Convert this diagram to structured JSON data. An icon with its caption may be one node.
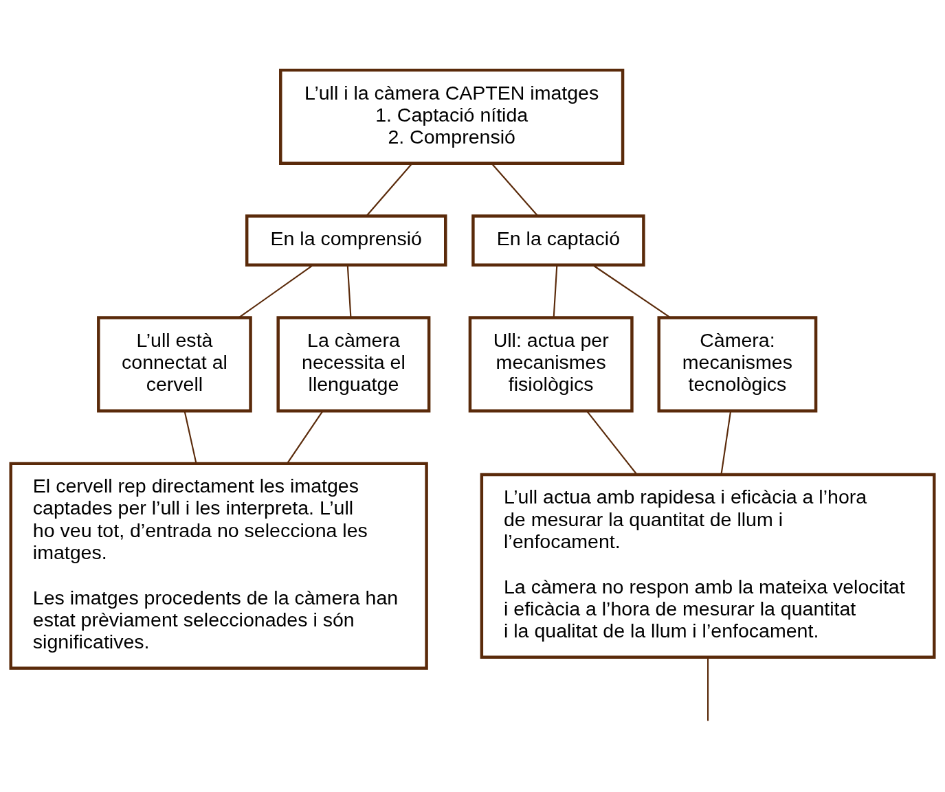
{
  "diagram": {
    "nodes": [
      {
        "text": [
          "L’ull i la càmera CAPTEN imatges",
          "1. Captació nítida",
          "2. Comprensió"
        ]
      },
      {
        "text": [
          "En la comprensió"
        ]
      },
      {
        "text": [
          "En la captació"
        ]
      },
      {
        "text": [
          "L’ull està connectat al cervell"
        ]
      },
      {
        "text": [
          "La càmera necessita el llenguatge"
        ]
      },
      {
        "text": [
          "Ull: actua per mecanismes fisiològics"
        ]
      },
      {
        "text": [
          "Càmera: mecanismes tecnològics"
        ]
      },
      {
        "text": [
          "El cervell rep directament les imatges captades per l’ull i les interpreta. L’ull ho veu tot, d’entrada no selecciona les imatges.",
          "Les imatges procedents de la càmera han estat prèviament seleccionades i són significatives."
        ]
      },
      {
        "text": [
          "L’ull actua amb rapidesa i eficàcia a l’hora de mesurar la quantitat de llum i l’enfocament.",
          "La càmera no respon amb la mateixa velocitat i eficàcia a l’hora de mesurar la quantitat i la qualitat de la llum i l’enfocament."
        ]
      }
    ],
    "edges": [
      {
        "from": 0,
        "to": 1,
        "arrow": "none"
      },
      {
        "from": 0,
        "to": 2,
        "arrow": "none"
      },
      {
        "from": 1,
        "to": 3,
        "arrow": "none"
      },
      {
        "from": 1,
        "to": 4,
        "arrow": "none"
      },
      {
        "from": 2,
        "to": 5,
        "arrow": "none"
      },
      {
        "from": 2,
        "to": 6,
        "arrow": "none"
      },
      {
        "from": 3,
        "to": 7,
        "arrow": "none"
      },
      {
        "from": 4,
        "to": 7,
        "arrow": "none"
      },
      {
        "from": 5,
        "to": 8,
        "arrow": "none"
      },
      {
        "from": 6,
        "to": 8,
        "arrow": "none"
      },
      {
        "from": 8,
        "to": null,
        "arrow": "none"
      }
    ]
  }
}
